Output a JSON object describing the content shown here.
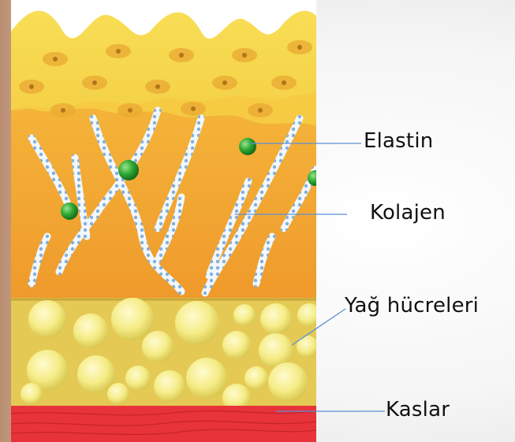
{
  "labels": {
    "elastin": "Elastin",
    "kolajen": "Kolajen",
    "yag": "Yağ hücreleri",
    "kaslar": "Kaslar"
  },
  "colors": {
    "epidermis": "#f7d64a",
    "dermis": "#f2a531",
    "fat_bg": "#e6cc58",
    "fat_cell": "#f7f08e",
    "muscle": "#e8333a",
    "collagen": "#cfe3f5",
    "elastin": "#2ea832",
    "leader_line": "#5b8fd4"
  }
}
